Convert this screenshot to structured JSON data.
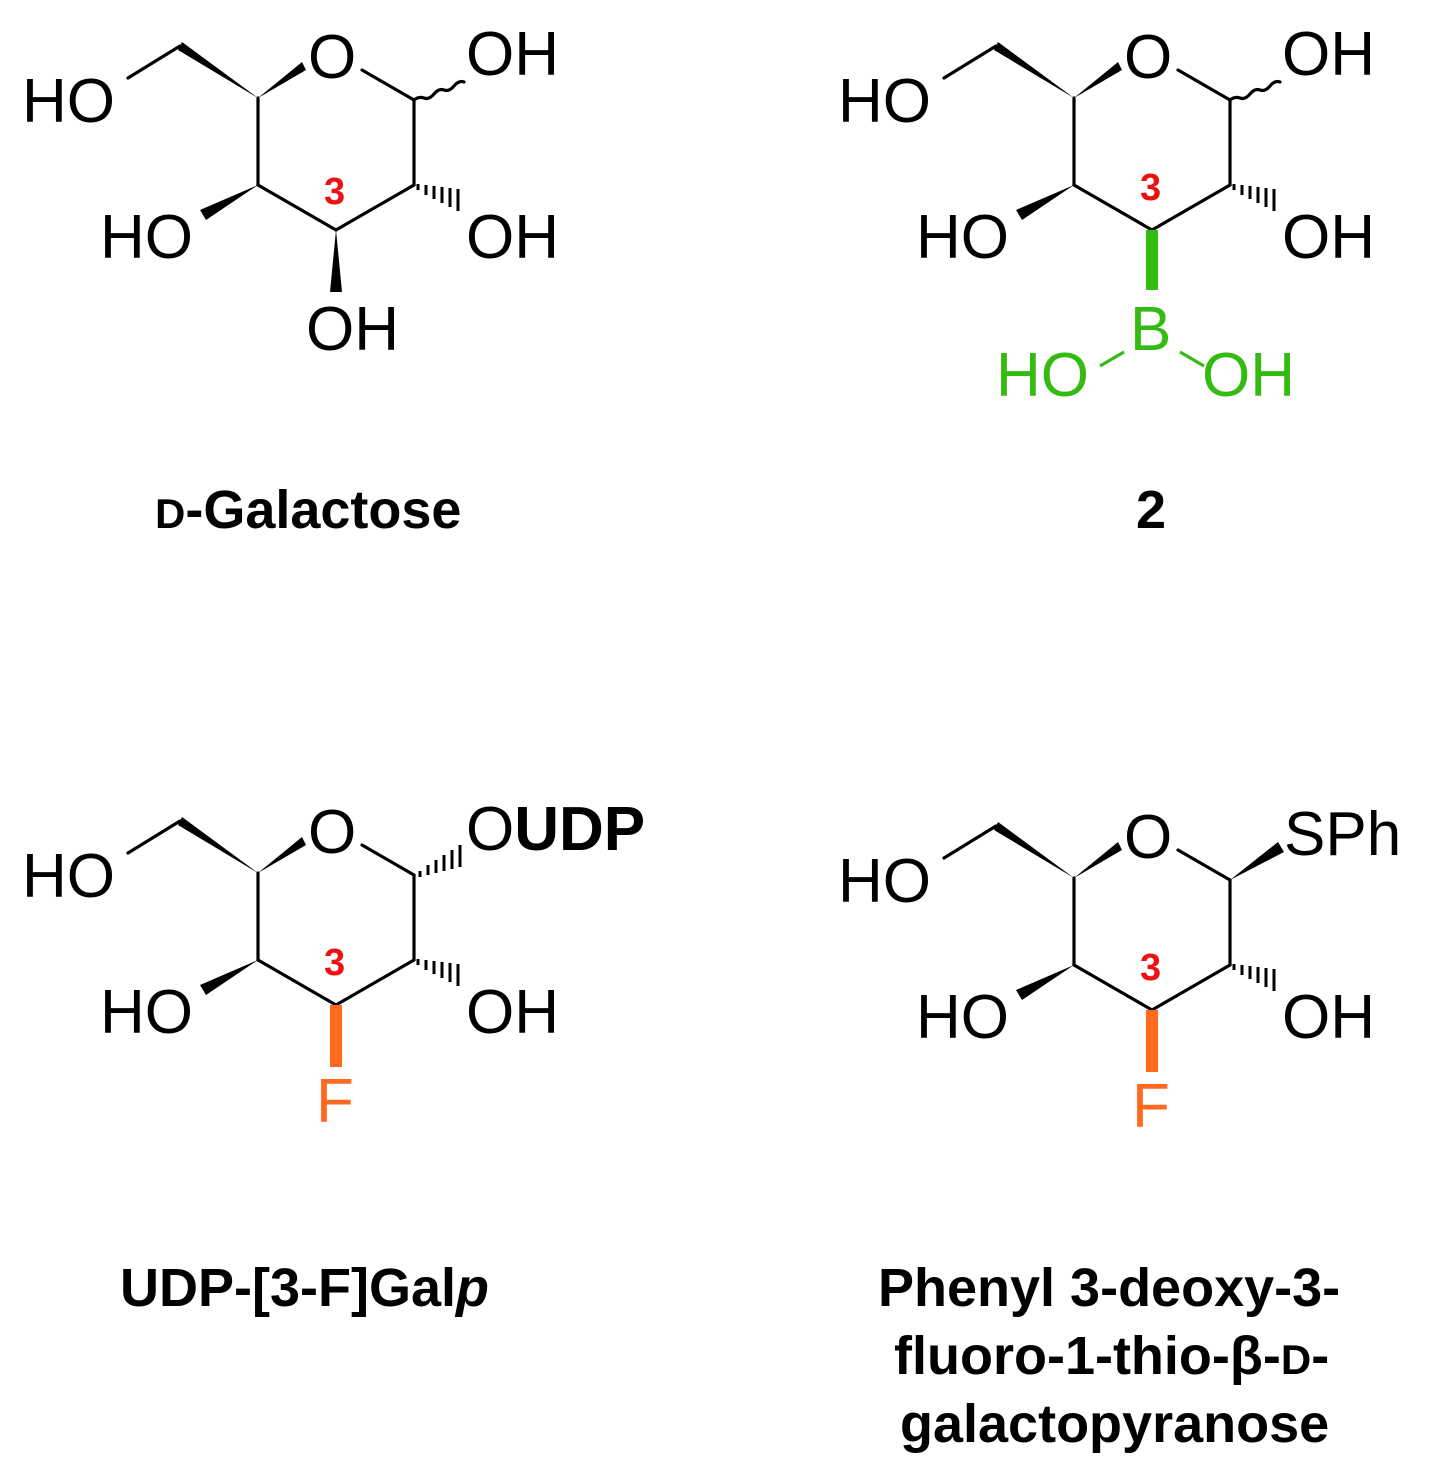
{
  "colors": {
    "ink": "#000000",
    "position_marker": "#ee1111",
    "boron": "#33bb11",
    "fluorine": "#ff6a20"
  },
  "structures": [
    {
      "caption": "-Galactose",
      "caption_prefix": "D",
      "position_label": "3",
      "atoms": {
        "ring_o": "O",
        "c1_sub": "OH",
        "c6_oh": "HO",
        "c4_oh": "HO",
        "c2_oh": "OH",
        "c3_sub": "OH"
      }
    },
    {
      "caption": "2",
      "position_label": "3",
      "atoms": {
        "ring_o": "O",
        "c1_sub": "OH",
        "c6_oh": "HO",
        "c4_oh": "HO",
        "c2_oh": "OH",
        "boron": "B",
        "boron_ho_left": "HO",
        "boron_oh_right": "OH"
      }
    },
    {
      "caption": "UDP-[3-F]Gal",
      "caption_italic": "p",
      "position_label": "3",
      "atoms": {
        "ring_o": "O",
        "c1_o": "O",
        "c1_udp": "UDP",
        "c6_oh": "HO",
        "c4_oh": "HO",
        "c2_oh": "OH",
        "c3_sub": "F"
      }
    },
    {
      "caption_lines": [
        "Phenyl 3-deoxy-3-",
        "fluoro-1-thio-β-",
        "galactopyranose"
      ],
      "caption_line2_suffix": "D",
      "caption_line2_end": "-",
      "position_label": "3",
      "atoms": {
        "ring_o": "O",
        "c1_sub": "SPh",
        "c6_oh": "HO",
        "c4_oh": "HO",
        "c2_oh": "OH",
        "c3_sub": "F"
      }
    }
  ]
}
